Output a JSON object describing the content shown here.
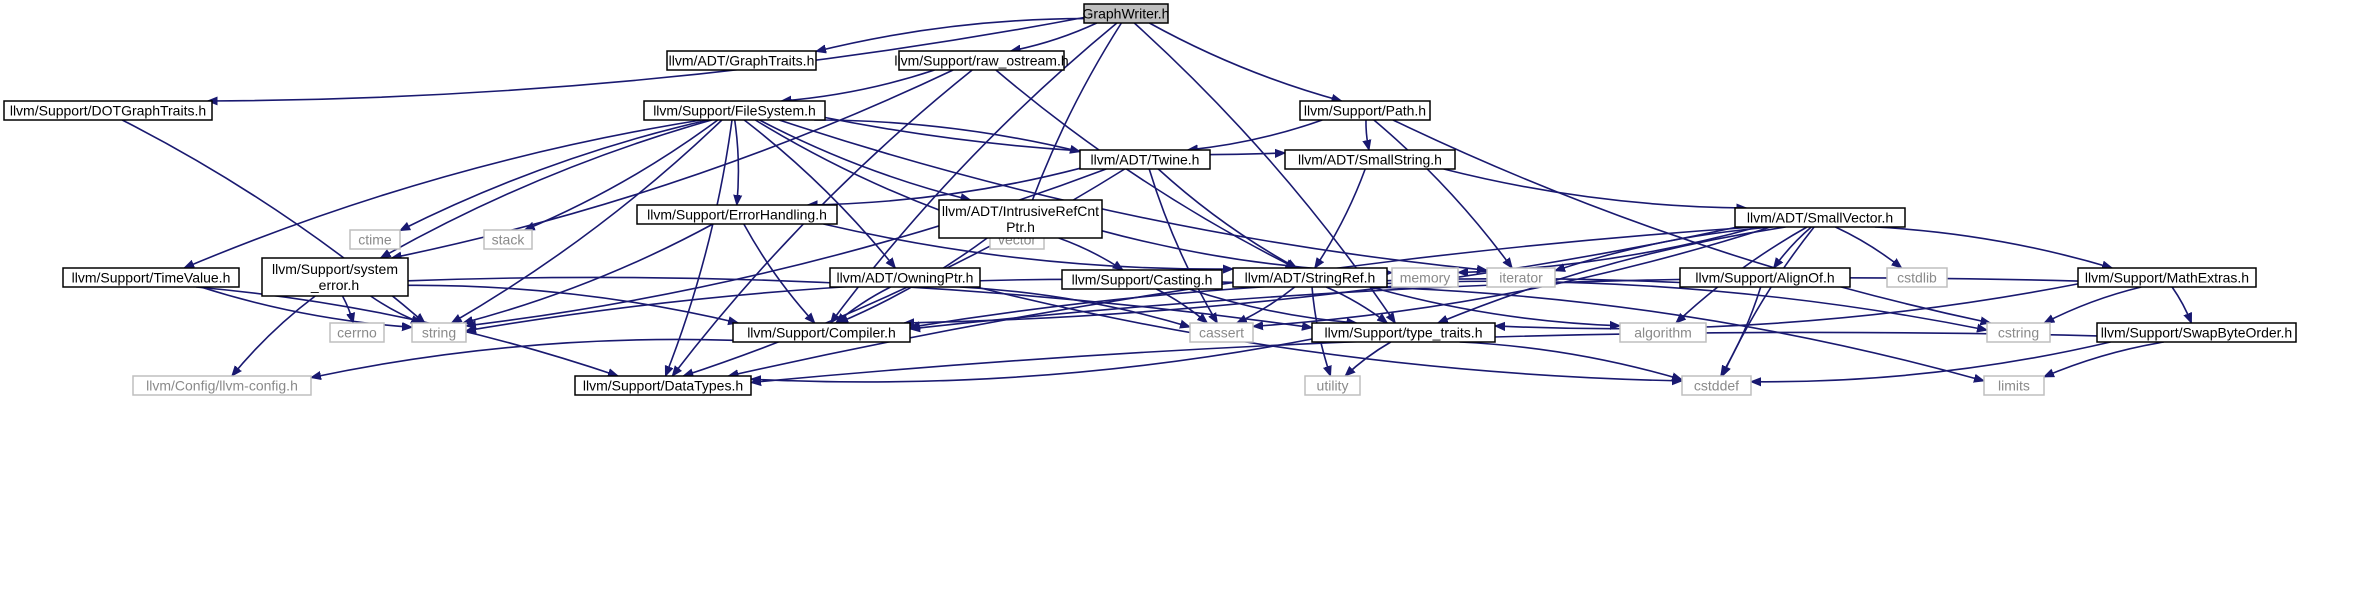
{
  "nodes": [
    {
      "id": "graphwriter",
      "label": "GraphWriter.h",
      "kind": "root"
    },
    {
      "id": "graphtraits",
      "label": "llvm/ADT/GraphTraits.h",
      "kind": "header"
    },
    {
      "id": "raw_ostream",
      "label": "llvm/Support/raw_ostream.h",
      "kind": "header"
    },
    {
      "id": "path",
      "label": "llvm/Support/Path.h",
      "kind": "header"
    },
    {
      "id": "dotgraphtraits",
      "label": "llvm/Support/DOTGraphTraits.h",
      "kind": "header"
    },
    {
      "id": "filesystem",
      "label": "llvm/Support/FileSystem.h",
      "kind": "header"
    },
    {
      "id": "ctime",
      "label": "ctime",
      "kind": "system"
    },
    {
      "id": "stack",
      "label": "stack",
      "kind": "system"
    },
    {
      "id": "vector",
      "label": "vector",
      "kind": "system"
    },
    {
      "id": "twine",
      "label": "llvm/ADT/Twine.h",
      "kind": "header"
    },
    {
      "id": "smallstring",
      "label": "llvm/ADT/SmallString.h",
      "kind": "header"
    },
    {
      "id": "errorhandling",
      "label": "llvm/Support/ErrorHandling.h",
      "kind": "header"
    },
    {
      "id": "intrusiverefcntptr",
      "label": "llvm/ADT/IntrusiveRefCnt",
      "label2": "Ptr.h",
      "kind": "header"
    },
    {
      "id": "smallvector",
      "label": "llvm/ADT/SmallVector.h",
      "kind": "header"
    },
    {
      "id": "timevalue",
      "label": "llvm/Support/TimeValue.h",
      "kind": "header"
    },
    {
      "id": "system_error",
      "label": "llvm/Support/system",
      "label2": "_error.h",
      "kind": "header"
    },
    {
      "id": "owningptr",
      "label": "llvm/ADT/OwningPtr.h",
      "kind": "header"
    },
    {
      "id": "casting",
      "label": "llvm/Support/Casting.h",
      "kind": "header"
    },
    {
      "id": "stringref",
      "label": "llvm/ADT/StringRef.h",
      "kind": "header"
    },
    {
      "id": "memory",
      "label": "memory",
      "kind": "system"
    },
    {
      "id": "iterator",
      "label": "iterator",
      "kind": "system"
    },
    {
      "id": "alignof",
      "label": "llvm/Support/AlignOf.h",
      "kind": "header"
    },
    {
      "id": "cstdlib",
      "label": "cstdlib",
      "kind": "system"
    },
    {
      "id": "mathextras",
      "label": "llvm/Support/MathExtras.h",
      "kind": "header"
    },
    {
      "id": "cerrno",
      "label": "cerrno",
      "kind": "system"
    },
    {
      "id": "string",
      "label": "string",
      "kind": "system"
    },
    {
      "id": "compiler",
      "label": "llvm/Support/Compiler.h",
      "kind": "header"
    },
    {
      "id": "cassert",
      "label": "cassert",
      "kind": "system"
    },
    {
      "id": "type_traits",
      "label": "llvm/Support/type_traits.h",
      "kind": "header"
    },
    {
      "id": "algorithm",
      "label": "algorithm",
      "kind": "system"
    },
    {
      "id": "cstring",
      "label": "cstring",
      "kind": "system"
    },
    {
      "id": "swapbyteorder",
      "label": "llvm/Support/SwapByteOrder.h",
      "kind": "header"
    },
    {
      "id": "llvm_config",
      "label": "llvm/Config/llvm-config.h",
      "kind": "system"
    },
    {
      "id": "datatypes",
      "label": "llvm/Support/DataTypes.h",
      "kind": "header"
    },
    {
      "id": "utility",
      "label": "utility",
      "kind": "system"
    },
    {
      "id": "cstddef",
      "label": "cstddef",
      "kind": "system"
    },
    {
      "id": "limits",
      "label": "limits",
      "kind": "system"
    }
  ],
  "edges": [
    [
      "graphwriter",
      "graphtraits"
    ],
    [
      "graphwriter",
      "raw_ostream"
    ],
    [
      "graphwriter",
      "path"
    ],
    [
      "graphwriter",
      "dotgraphtraits"
    ],
    [
      "graphwriter",
      "vector"
    ],
    [
      "graphwriter",
      "type_traits"
    ],
    [
      "graphwriter",
      "compiler"
    ],
    [
      "raw_ostream",
      "filesystem"
    ],
    [
      "raw_ostream",
      "stringref"
    ],
    [
      "raw_ostream",
      "system_error"
    ],
    [
      "raw_ostream",
      "datatypes"
    ],
    [
      "path",
      "twine"
    ],
    [
      "path",
      "smallstring"
    ],
    [
      "path",
      "iterator"
    ],
    [
      "path",
      "cstring"
    ],
    [
      "dotgraphtraits",
      "string"
    ],
    [
      "filesystem",
      "ctime"
    ],
    [
      "filesystem",
      "stack"
    ],
    [
      "filesystem",
      "vector"
    ],
    [
      "filesystem",
      "twine"
    ],
    [
      "filesystem",
      "smallstring"
    ],
    [
      "filesystem",
      "errorhandling"
    ],
    [
      "filesystem",
      "intrusiverefcntptr"
    ],
    [
      "filesystem",
      "owningptr"
    ],
    [
      "filesystem",
      "timevalue"
    ],
    [
      "filesystem",
      "string"
    ],
    [
      "filesystem",
      "iterator"
    ],
    [
      "filesystem",
      "datatypes"
    ],
    [
      "filesystem",
      "system_error"
    ],
    [
      "twine",
      "errorhandling"
    ],
    [
      "twine",
      "stringref"
    ],
    [
      "twine",
      "string"
    ],
    [
      "twine",
      "cassert"
    ],
    [
      "twine",
      "datatypes"
    ],
    [
      "smallstring",
      "smallvector"
    ],
    [
      "smallstring",
      "stringref"
    ],
    [
      "errorhandling",
      "compiler"
    ],
    [
      "errorhandling",
      "string"
    ],
    [
      "errorhandling",
      "stringref"
    ],
    [
      "intrusiverefcntptr",
      "casting"
    ],
    [
      "intrusiverefcntptr",
      "memory"
    ],
    [
      "intrusiverefcntptr",
      "compiler"
    ],
    [
      "smallvector",
      "alignof"
    ],
    [
      "smallvector",
      "mathextras"
    ],
    [
      "smallvector",
      "type_traits"
    ],
    [
      "smallvector",
      "memory"
    ],
    [
      "smallvector",
      "iterator"
    ],
    [
      "smallvector",
      "cstdlib"
    ],
    [
      "smallvector",
      "algorithm"
    ],
    [
      "smallvector",
      "cassert"
    ],
    [
      "smallvector",
      "cstddef"
    ],
    [
      "smallvector",
      "compiler"
    ],
    [
      "smallvector",
      "datatypes"
    ],
    [
      "timevalue",
      "datatypes"
    ],
    [
      "timevalue",
      "string"
    ],
    [
      "system_error",
      "cerrno"
    ],
    [
      "system_error",
      "string"
    ],
    [
      "system_error",
      "compiler"
    ],
    [
      "system_error",
      "llvm_config"
    ],
    [
      "system_error",
      "type_traits"
    ],
    [
      "owningptr",
      "compiler"
    ],
    [
      "owningptr",
      "cassert"
    ],
    [
      "owningptr",
      "cstddef"
    ],
    [
      "casting",
      "cassert"
    ],
    [
      "casting",
      "type_traits"
    ],
    [
      "stringref",
      "cassert"
    ],
    [
      "stringref",
      "string"
    ],
    [
      "stringref",
      "type_traits"
    ],
    [
      "stringref",
      "algorithm"
    ],
    [
      "stringref",
      "cstring"
    ],
    [
      "stringref",
      "utility"
    ],
    [
      "stringref",
      "limits"
    ],
    [
      "alignof",
      "compiler"
    ],
    [
      "alignof",
      "cstddef"
    ],
    [
      "mathextras",
      "compiler"
    ],
    [
      "mathextras",
      "swapbyteorder"
    ],
    [
      "mathextras",
      "cstring"
    ],
    [
      "mathextras",
      "type_traits"
    ],
    [
      "compiler",
      "llvm_config"
    ],
    [
      "type_traits",
      "datatypes"
    ],
    [
      "type_traits",
      "utility"
    ],
    [
      "type_traits",
      "cstddef"
    ],
    [
      "swapbyteorder",
      "datatypes"
    ],
    [
      "swapbyteorder",
      "cstddef"
    ],
    [
      "swapbyteorder",
      "limits"
    ]
  ]
}
